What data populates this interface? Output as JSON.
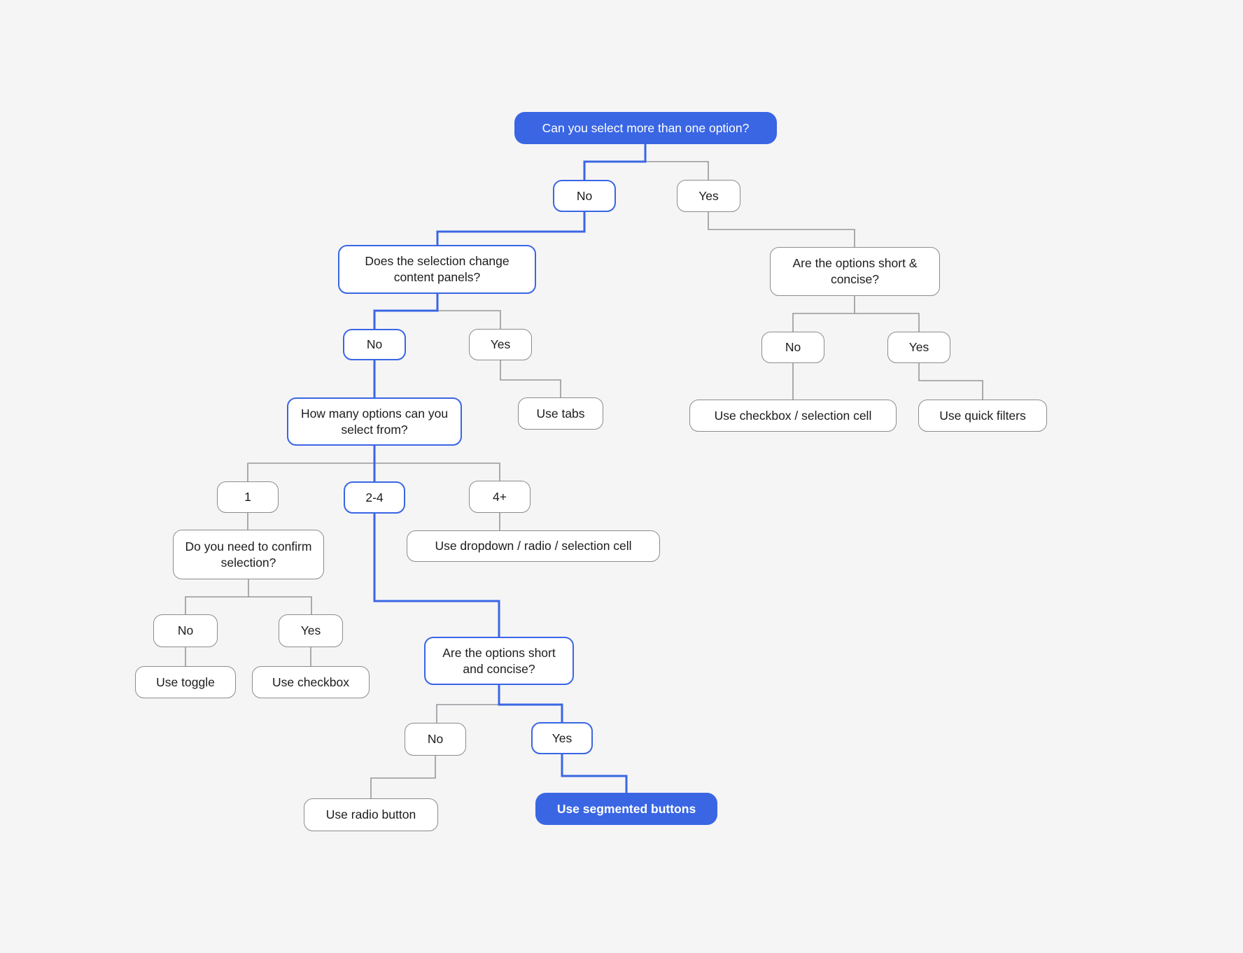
{
  "flowchart": {
    "colors": {
      "accent_blue": "#3a66e4",
      "line_gray": "#98989c",
      "node_border_gray": "#8c8c90",
      "node_background": "#ffffff",
      "page_background": "#f5f5f6",
      "text_dark": "#1c1c1e",
      "text_light": "#ffffff"
    },
    "nodes": {
      "root": {
        "label": "Can you select more than one option?",
        "style": "accent-fill"
      },
      "no_1": {
        "label": "No",
        "style": "accent-border"
      },
      "yes_1": {
        "label": "Yes",
        "style": "plain"
      },
      "q_panels": {
        "label": "Does the selection change content panels?",
        "style": "accent-border"
      },
      "q_short_right": {
        "label": "Are the options short & concise?",
        "style": "plain"
      },
      "no_2": {
        "label": "No",
        "style": "accent-border"
      },
      "yes_2": {
        "label": "Yes",
        "style": "plain"
      },
      "no_right": {
        "label": "No",
        "style": "plain"
      },
      "yes_right": {
        "label": "Yes",
        "style": "plain"
      },
      "use_tabs": {
        "label": "Use tabs",
        "style": "plain"
      },
      "q_how_many": {
        "label": "How many options can you select from?",
        "style": "accent-border"
      },
      "use_checkbox_cell": {
        "label": "Use checkbox / selection cell",
        "style": "plain"
      },
      "use_quick_filters": {
        "label": "Use quick filters",
        "style": "plain"
      },
      "count_1": {
        "label": "1",
        "style": "plain"
      },
      "count_2_4": {
        "label": "2-4",
        "style": "accent-border"
      },
      "count_4_plus": {
        "label": "4+",
        "style": "plain"
      },
      "q_confirm": {
        "label": "Do you need to confirm selection?",
        "style": "plain"
      },
      "use_dropdown": {
        "label": "Use dropdown / radio / selection cell",
        "style": "plain"
      },
      "no_3": {
        "label": "No",
        "style": "plain"
      },
      "yes_3": {
        "label": "Yes",
        "style": "plain"
      },
      "use_toggle": {
        "label": "Use toggle",
        "style": "plain"
      },
      "use_checkbox": {
        "label": "Use checkbox",
        "style": "plain"
      },
      "q_short_bottom": {
        "label": "Are the options short and concise?",
        "style": "accent-border"
      },
      "no_4": {
        "label": "No",
        "style": "plain"
      },
      "yes_4": {
        "label": "Yes",
        "style": "accent-border"
      },
      "use_radio": {
        "label": "Use radio button",
        "style": "plain"
      },
      "use_segmented": {
        "label": "Use segmented buttons",
        "style": "accent-fill-bold"
      }
    },
    "edges": [
      {
        "from": "root",
        "to": "no_1",
        "highlighted": true
      },
      {
        "from": "root",
        "to": "yes_1",
        "highlighted": false
      },
      {
        "from": "no_1",
        "to": "q_panels",
        "highlighted": true
      },
      {
        "from": "yes_1",
        "to": "q_short_right",
        "highlighted": false
      },
      {
        "from": "q_panels",
        "to": "no_2",
        "highlighted": true
      },
      {
        "from": "q_panels",
        "to": "yes_2",
        "highlighted": false
      },
      {
        "from": "yes_2",
        "to": "use_tabs",
        "highlighted": false
      },
      {
        "from": "no_2",
        "to": "q_how_many",
        "highlighted": true
      },
      {
        "from": "q_short_right",
        "to": "no_right",
        "highlighted": false
      },
      {
        "from": "q_short_right",
        "to": "yes_right",
        "highlighted": false
      },
      {
        "from": "no_right",
        "to": "use_checkbox_cell",
        "highlighted": false
      },
      {
        "from": "yes_right",
        "to": "use_quick_filters",
        "highlighted": false
      },
      {
        "from": "q_how_many",
        "to": "count_1",
        "highlighted": false
      },
      {
        "from": "q_how_many",
        "to": "count_2_4",
        "highlighted": true
      },
      {
        "from": "q_how_many",
        "to": "count_4_plus",
        "highlighted": false
      },
      {
        "from": "count_1",
        "to": "q_confirm",
        "highlighted": false
      },
      {
        "from": "count_4_plus",
        "to": "use_dropdown",
        "highlighted": false
      },
      {
        "from": "q_confirm",
        "to": "no_3",
        "highlighted": false
      },
      {
        "from": "q_confirm",
        "to": "yes_3",
        "highlighted": false
      },
      {
        "from": "no_3",
        "to": "use_toggle",
        "highlighted": false
      },
      {
        "from": "yes_3",
        "to": "use_checkbox",
        "highlighted": false
      },
      {
        "from": "count_2_4",
        "to": "q_short_bottom",
        "highlighted": true
      },
      {
        "from": "q_short_bottom",
        "to": "no_4",
        "highlighted": false
      },
      {
        "from": "q_short_bottom",
        "to": "yes_4",
        "highlighted": true
      },
      {
        "from": "no_4",
        "to": "use_radio",
        "highlighted": false
      },
      {
        "from": "yes_4",
        "to": "use_segmented",
        "highlighted": true
      }
    ]
  }
}
